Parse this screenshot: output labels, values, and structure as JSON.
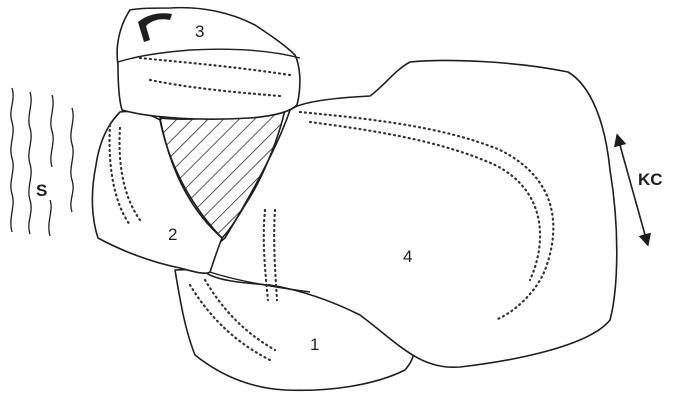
{
  "diagram": {
    "line_color": "#1e1e1e",
    "background": "#ffffff",
    "fragment_labels": [
      "3",
      "2",
      "4",
      "1"
    ],
    "side_label": "S",
    "arrow_label": "KC"
  }
}
